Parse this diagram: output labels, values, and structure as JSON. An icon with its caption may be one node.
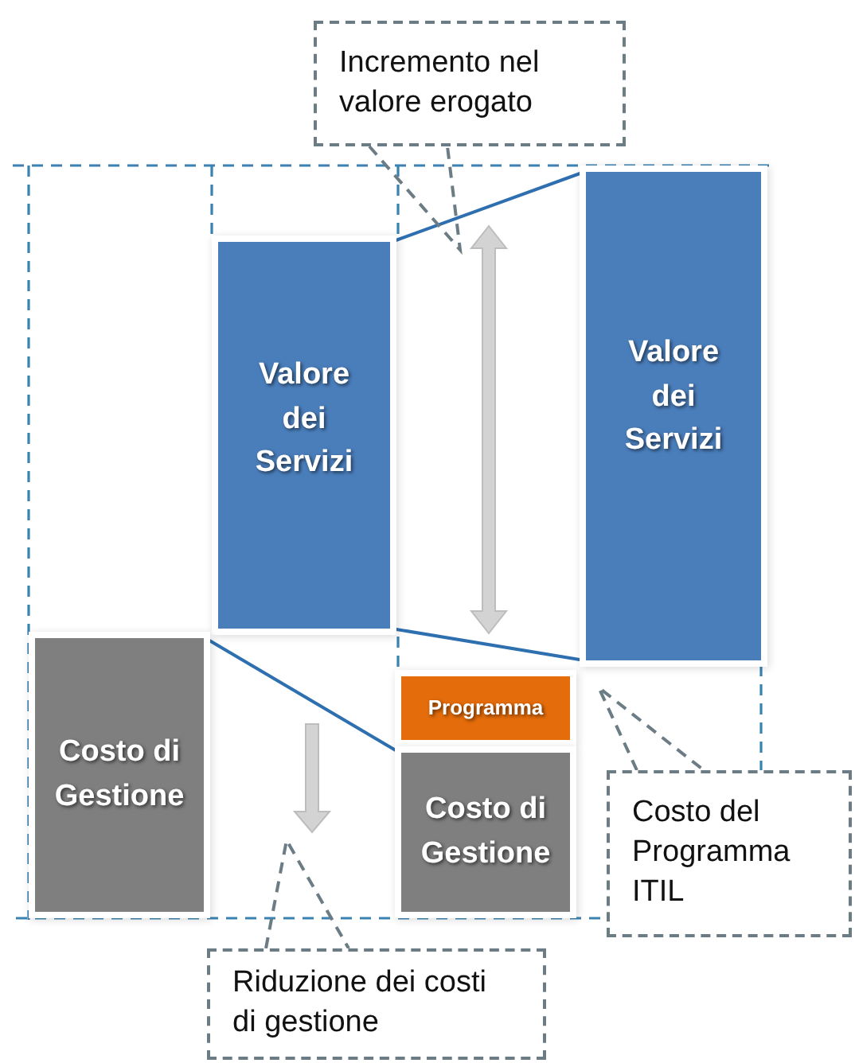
{
  "diagram": {
    "nodes": [
      {
        "text": [
          "Incremento nel valore erogato"
        ]
      },
      {
        "text": [
          "Valore dei Servizi"
        ]
      },
      {
        "text": [
          "Valore dei Servizi"
        ]
      },
      {
        "text": [
          "Costo di Gestione"
        ]
      },
      {
        "text": [
          "Programma"
        ]
      },
      {
        "text": [
          "Costo di Gestione"
        ]
      },
      {
        "text": [
          "Costo del Programma ITIL"
        ]
      },
      {
        "text": [
          "Riduzione dei costi di gestione"
        ]
      }
    ],
    "edges": [
      {
        "from": 1,
        "to": 2,
        "arrow": "none"
      },
      {
        "from": 1,
        "to": 2,
        "arrow": "none"
      },
      {
        "from": 3,
        "to": 5,
        "arrow": "none"
      }
    ]
  }
}
